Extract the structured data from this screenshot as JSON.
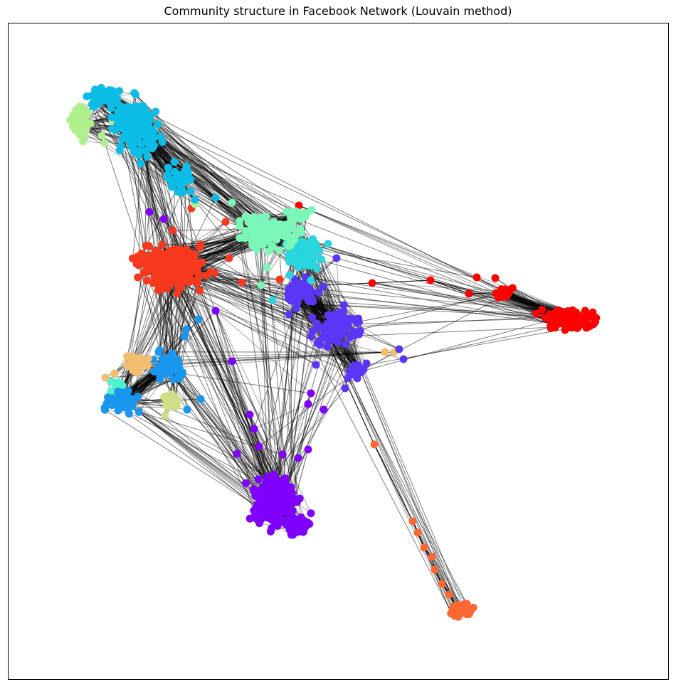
{
  "title": "Community structure in Facebook Network (Louvain method)",
  "community_colors": {
    "cyan": "#0bbde6",
    "light_green": "#b0ef8e",
    "mint": "#7bf7b8",
    "teal": "#2ad6dd",
    "red_orange": "#f8391d",
    "blue_violet": "#5c36f7",
    "red": "#ff0000",
    "azure": "#1996f0",
    "sand": "#f2bd6e",
    "aquamarine": "#4df3cf",
    "khaki": "#d2dd87",
    "violet": "#7f00ff",
    "orange": "#ff6733"
  },
  "edge_color": "#000000",
  "node_clusters": [
    {
      "id": "cyan",
      "color_key": "cyan"
    },
    {
      "id": "light_green",
      "color_key": "light_green"
    },
    {
      "id": "mint",
      "color_key": "mint"
    },
    {
      "id": "teal",
      "color_key": "teal"
    },
    {
      "id": "red_orange",
      "color_key": "red_orange"
    },
    {
      "id": "blue_violet",
      "color_key": "blue_violet"
    },
    {
      "id": "red",
      "color_key": "red"
    },
    {
      "id": "azure",
      "color_key": "azure"
    },
    {
      "id": "sand",
      "color_key": "sand"
    },
    {
      "id": "aquamarine",
      "color_key": "aquamarine"
    },
    {
      "id": "khaki",
      "color_key": "khaki"
    },
    {
      "id": "violet",
      "color_key": "violet"
    },
    {
      "id": "orange",
      "color_key": "orange"
    }
  ]
}
